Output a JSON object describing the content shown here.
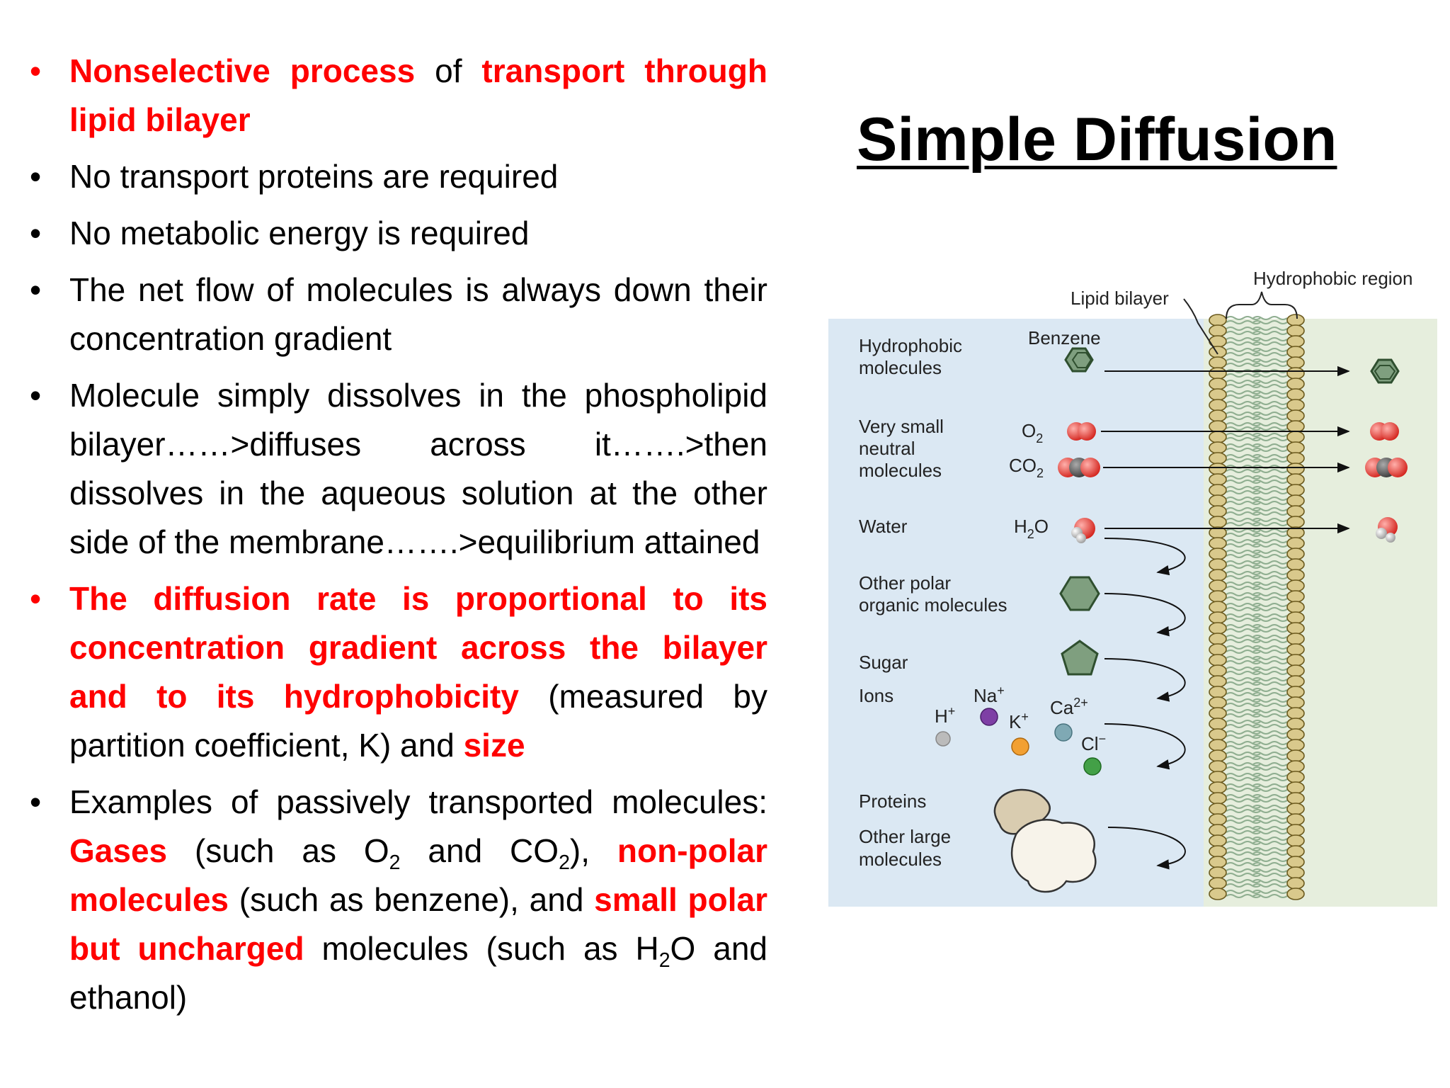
{
  "title": "Simple Diffusion",
  "bullets": [
    {
      "parts": [
        {
          "t": "Nonselective process",
          "red": true
        },
        {
          "t": " of ",
          "red": false
        },
        {
          "t": "transport through lipid bilayer",
          "red": true
        }
      ],
      "red_bullet": true
    },
    {
      "parts": [
        {
          "t": "No transport proteins are required",
          "red": false
        }
      ],
      "red_bullet": false
    },
    {
      "parts": [
        {
          "t": "No metabolic energy is required",
          "red": false
        }
      ],
      "red_bullet": false
    },
    {
      "parts": [
        {
          "t": "The net flow of molecules is always down their concentration gradient",
          "red": false
        }
      ],
      "red_bullet": false
    },
    {
      "parts": [
        {
          "t": "Molecule simply dissolves in the phospholipid bilayer……>diffuses across it…….>then dissolves in the aqueous solution at the other side of the membrane…….>equilibrium attained",
          "red": false
        }
      ],
      "red_bullet": false
    },
    {
      "parts": [
        {
          "t": "The diffusion rate is proportional to its concentration gradient across the bilayer and to its hydrophobicity",
          "red": true
        },
        {
          "t": " (measured by partition coefficient, K) and ",
          "red": false
        },
        {
          "t": "size",
          "red": true
        }
      ],
      "red_bullet": true
    },
    {
      "parts": [
        {
          "t": "Examples of passively transported molecules: ",
          "red": false
        },
        {
          "t": "Gases",
          "red": true
        },
        {
          "t": " (such as O",
          "red": false
        },
        {
          "t": "2",
          "sub": true
        },
        {
          "t": " and CO",
          "red": false
        },
        {
          "t": "2",
          "sub": true
        },
        {
          "t": "), ",
          "red": false
        },
        {
          "t": "non-polar molecules",
          "red": true
        },
        {
          "t": " (such as benzene), and ",
          "red": false
        },
        {
          "t": "small polar but uncharged",
          "red": true
        },
        {
          "t": " molecules (such as H",
          "red": false
        },
        {
          "t": "2",
          "sub": true
        },
        {
          "t": "O and ethanol)",
          "red": false
        }
      ],
      "red_bullet": false
    }
  ],
  "bullet_char": "•",
  "diagram": {
    "labels": {
      "lipid_bilayer": "Lipid bilayer",
      "hydrophobic_region": "Hydrophobic region",
      "benzene": "Benzene",
      "hydrophobic_molecules_1": "Hydrophobic",
      "hydrophobic_molecules_2": "molecules",
      "very_small_1": "Very small",
      "very_small_2": "neutral",
      "very_small_3": "molecules",
      "o2": "O",
      "co2": "CO",
      "h2o_h": "H",
      "h2o_o": "O",
      "sub2": "2",
      "water": "Water",
      "other_polar_1": "Other polar",
      "other_polar_2": "organic molecules",
      "sugar": "Sugar",
      "ions": "Ions",
      "h_ion": "H",
      "na_ion": "Na",
      "k_ion": "K",
      "ca_ion": "Ca",
      "cl_ion": "Cl",
      "plus": "+",
      "two_plus": "2+",
      "minus": "−",
      "proteins": "Proteins",
      "other_large_1": "Other large",
      "other_large_2": "molecules"
    },
    "colors": {
      "left_bg": "#dbe8f3",
      "right_bg": "#e6eedd",
      "head": "#d9c98c",
      "oxygen": "#e8342e",
      "carbon": "#555555",
      "hexagon": "#7f9f7f",
      "na": "#7e3fa5",
      "k": "#f2a032",
      "ca": "#7fa9b4",
      "cl": "#43a047",
      "h": "#bbbbbb",
      "protein": "#efe7d6"
    }
  }
}
